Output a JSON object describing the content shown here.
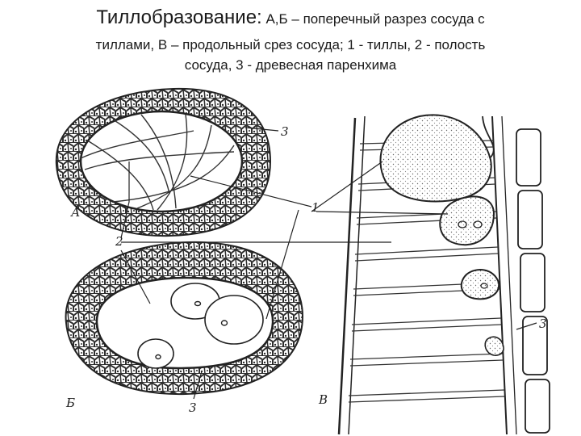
{
  "title": {
    "head": "Тиллобразование:",
    "rest": " А,Б – поперечный разрез сосуда с",
    "line2": "тиллами, В – продольный срез сосуда; 1 - тиллы, 2 - полость",
    "line3": "сосуда, 3 - древесная паренхима"
  },
  "labels": {
    "A": "А",
    "B": "Б",
    "V": "В",
    "n1": "1",
    "n2": "2",
    "n3_top": "3",
    "n3_bottom": "3",
    "n3_right": "3"
  },
  "colors": {
    "ink": "#222222",
    "mesh": "#3a3a3a",
    "background": "#ffffff"
  }
}
